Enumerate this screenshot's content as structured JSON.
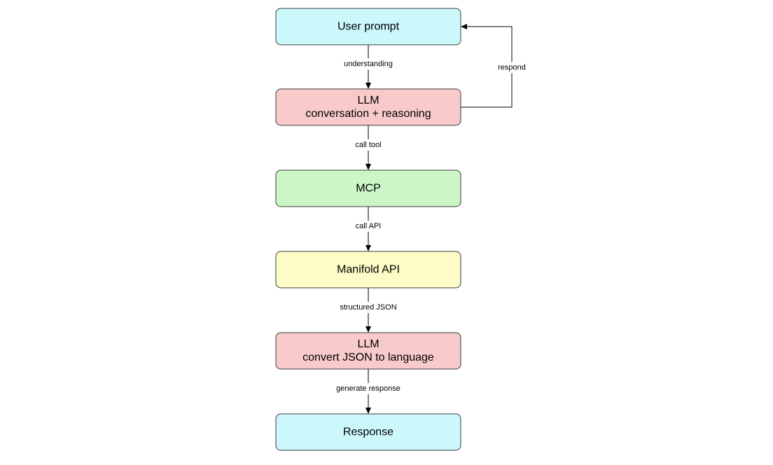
{
  "diagram": {
    "nodes": [
      {
        "id": "user-prompt",
        "lines": [
          "User prompt"
        ],
        "fill": "#ccf8fc"
      },
      {
        "id": "llm-reasoning",
        "lines": [
          "LLM",
          "conversation + reasoning"
        ],
        "fill": "#f8caca"
      },
      {
        "id": "mcp",
        "lines": [
          "MCP"
        ],
        "fill": "#ccf6c6"
      },
      {
        "id": "manifold-api",
        "lines": [
          "Manifold API"
        ],
        "fill": "#fdfcc6"
      },
      {
        "id": "llm-convert",
        "lines": [
          "LLM",
          "convert JSON to language"
        ],
        "fill": "#f8caca"
      },
      {
        "id": "response",
        "lines": [
          "Response"
        ],
        "fill": "#ccf8fc"
      }
    ],
    "edges": [
      {
        "from": "user-prompt",
        "to": "llm-reasoning",
        "label": "understanding"
      },
      {
        "from": "llm-reasoning",
        "to": "mcp",
        "label": "call tool"
      },
      {
        "from": "mcp",
        "to": "manifold-api",
        "label": "call API"
      },
      {
        "from": "manifold-api",
        "to": "llm-convert",
        "label": "structured JSON"
      },
      {
        "from": "llm-convert",
        "to": "response",
        "label": "generate response"
      },
      {
        "from": "llm-reasoning",
        "to": "user-prompt",
        "label": "respond",
        "route": "loop-right"
      }
    ]
  }
}
